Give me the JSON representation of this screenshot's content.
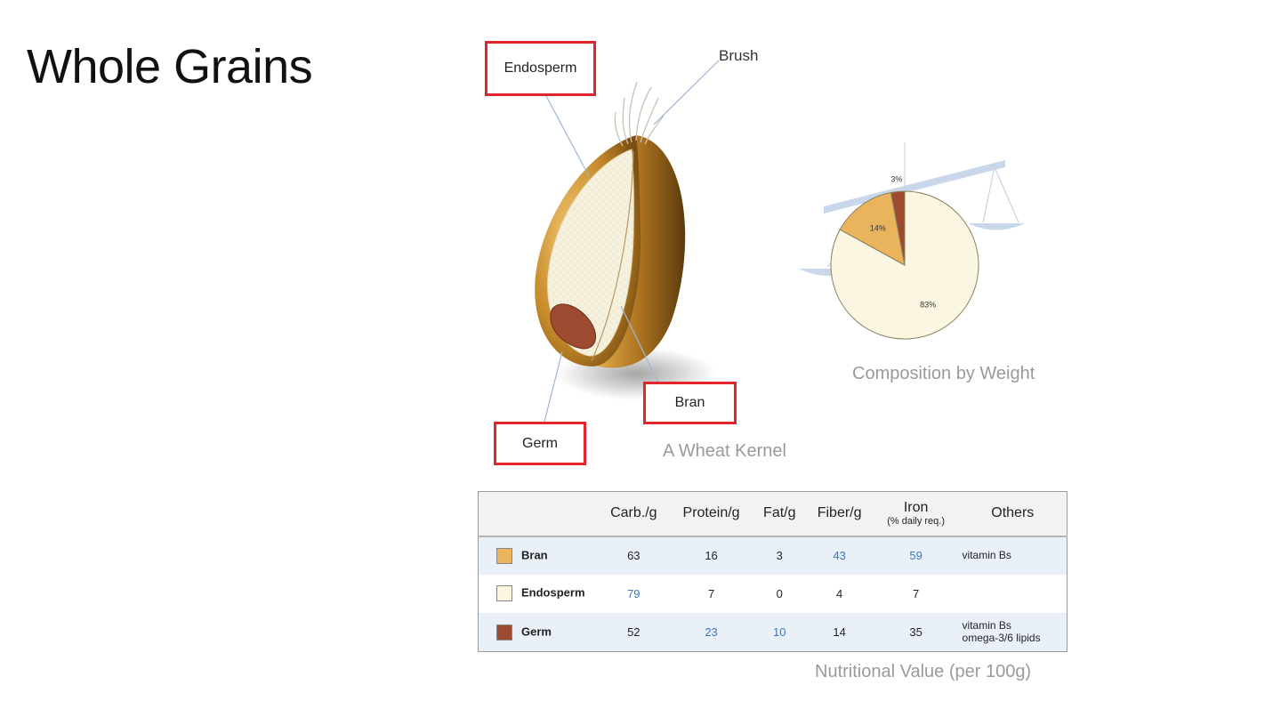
{
  "slide": {
    "title": "Whole Grains"
  },
  "kernel": {
    "callouts": {
      "endosperm": "Endosperm",
      "brush": "Brush",
      "bran": "Bran",
      "germ": "Germ"
    },
    "caption": "A Wheat Kernel",
    "colors": {
      "bran": "#c58a2a",
      "endosperm": "#f4eed9",
      "germ": "#9c4a30"
    }
  },
  "composition": {
    "caption": "Composition by Weight",
    "chart_data": {
      "type": "pie",
      "categories": [
        "Endosperm",
        "Bran",
        "Germ"
      ],
      "values": [
        83,
        14,
        3
      ],
      "labels": [
        "83%",
        "14%",
        "3%"
      ],
      "colors": [
        "#fbf6e1",
        "#e9b45c",
        "#9c4a30"
      ]
    }
  },
  "nutrition": {
    "caption": "Nutritional Value (per 100g)",
    "columns": [
      "",
      "Carb./g",
      "Protein/g",
      "Fat/g",
      "Fiber/g",
      "Iron",
      "Others"
    ],
    "iron_sub": "(% daily req.)",
    "rows": [
      {
        "name": "Bran",
        "color": "#e9b45c",
        "carb": "63",
        "protein": "16",
        "fat": "3",
        "fiber": "43",
        "iron": "59",
        "others1": "vitamin Bs",
        "others2": ""
      },
      {
        "name": "Endosperm",
        "color": "#fbf6e1",
        "carb": "79",
        "protein": "7",
        "fat": "0",
        "fiber": "4",
        "iron": "7",
        "others1": "",
        "others2": ""
      },
      {
        "name": "Germ",
        "color": "#9c4a30",
        "carb": "52",
        "protein": "23",
        "fat": "10",
        "fiber": "14",
        "iron": "35",
        "others1": "vitamin Bs",
        "others2": "omega-3/6 lipids"
      }
    ]
  }
}
